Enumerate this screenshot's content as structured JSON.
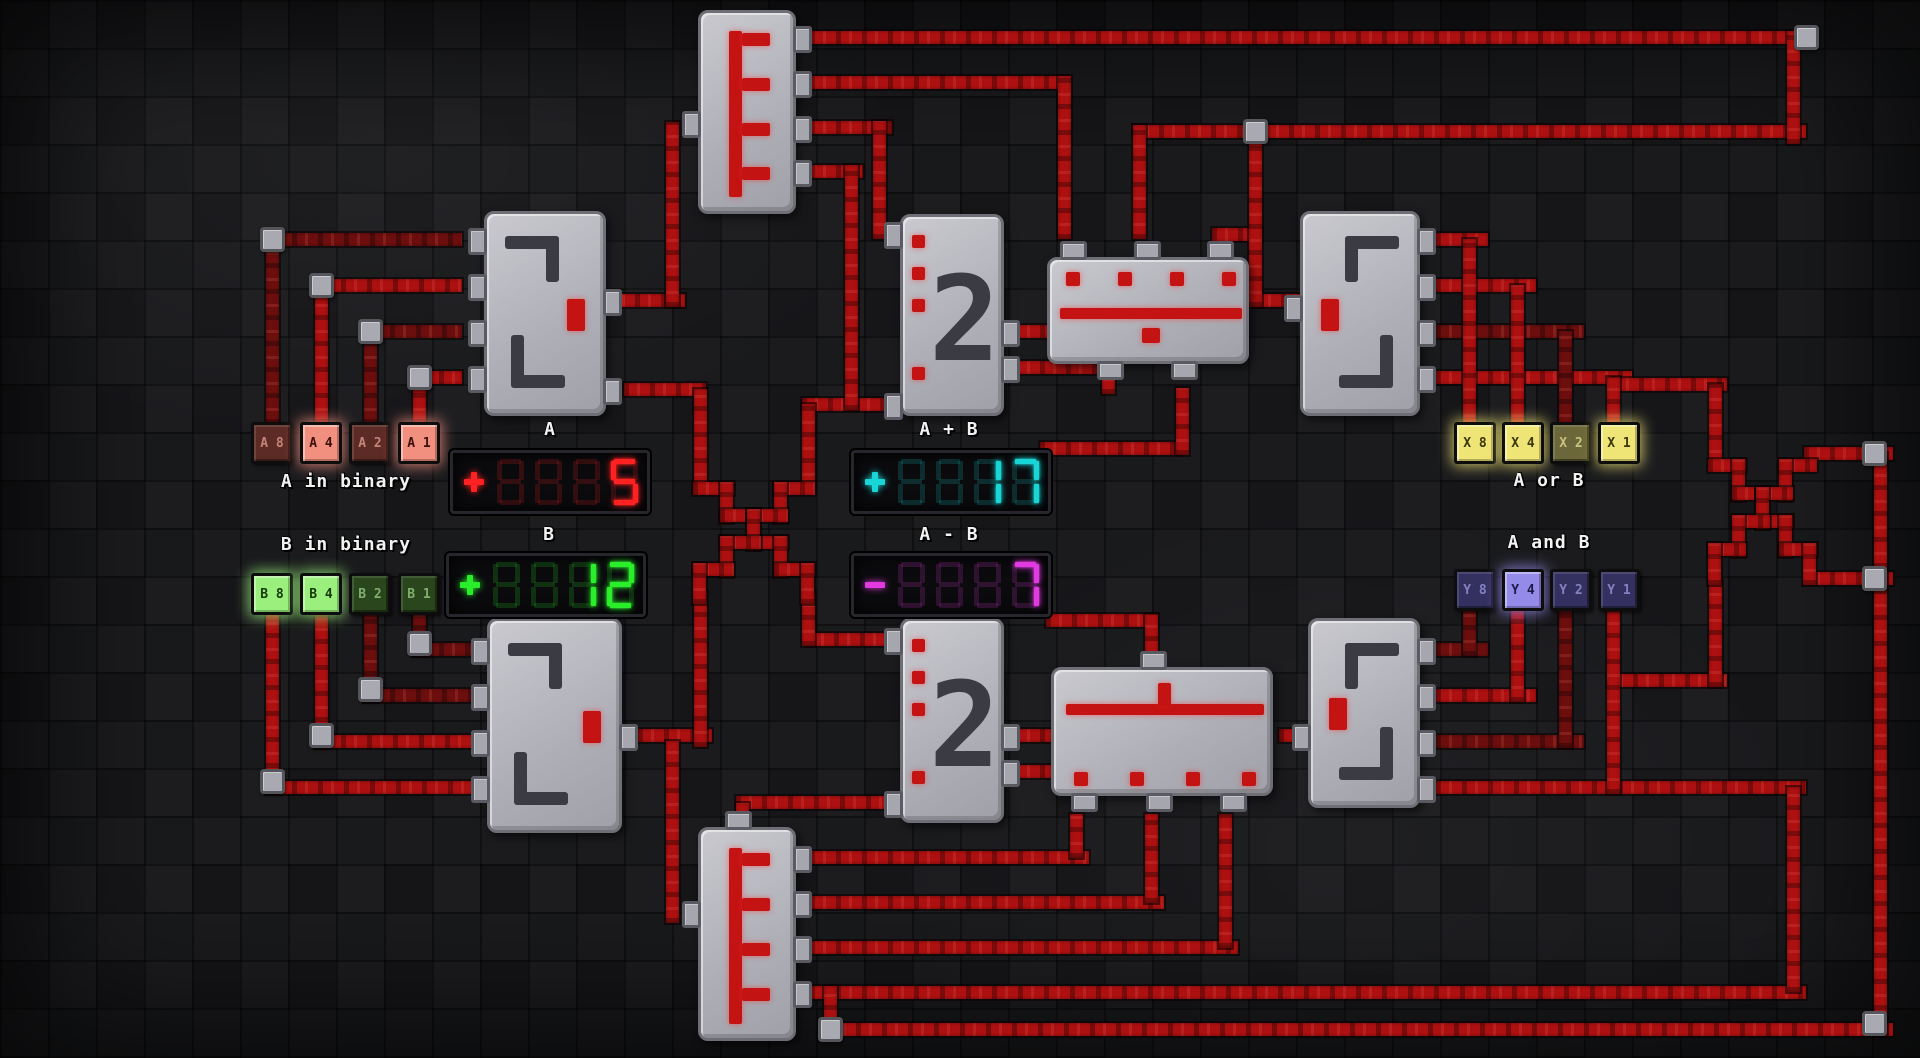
{
  "board": {
    "wire_colors": {
      "powered": "#ad1010",
      "unpowered": "#6d0e0e"
    },
    "chip_color": "#b4b4bc"
  },
  "displays": [
    {
      "id": "a",
      "label": "A",
      "sign": "+",
      "value": 5,
      "color": "#ff2222",
      "digits": [
        "8",
        "8",
        "8",
        "5"
      ],
      "lit": [
        false,
        false,
        false,
        true
      ]
    },
    {
      "id": "b",
      "label": "B",
      "sign": "+",
      "value": 12,
      "color": "#2bee2b",
      "digits": [
        "8",
        "8",
        "1",
        "2"
      ],
      "lit": [
        false,
        false,
        true,
        true
      ]
    },
    {
      "id": "sum",
      "label": "A + B",
      "sign": "+",
      "value": 17,
      "color": "#19d6d6",
      "digits": [
        "8",
        "8",
        "1",
        "7"
      ],
      "lit": [
        false,
        false,
        true,
        true
      ]
    },
    {
      "id": "diff",
      "label": "A - B",
      "sign": "-",
      "value": -7,
      "color": "#e03ae0",
      "digits": [
        "8",
        "8",
        "8",
        "7"
      ],
      "lit": [
        false,
        false,
        false,
        true
      ]
    }
  ],
  "button_groups": [
    {
      "id": "a",
      "caption": "A in binary",
      "colors": {
        "lit_bg": "#f2907f",
        "lit_text": "#3c100c",
        "off_bg": "#5c2b25",
        "off_text": "#c4847a"
      },
      "buttons": [
        {
          "label": "A 8",
          "on": false
        },
        {
          "label": "A 4",
          "on": true
        },
        {
          "label": "A 2",
          "on": false
        },
        {
          "label": "A 1",
          "on": true
        }
      ]
    },
    {
      "id": "b",
      "caption": "B in binary",
      "colors": {
        "lit_bg": "#9bef7d",
        "lit_text": "#173a0c",
        "off_bg": "#2a461d",
        "off_text": "#7fae6d"
      },
      "buttons": [
        {
          "label": "B 8",
          "on": true
        },
        {
          "label": "B 4",
          "on": true
        },
        {
          "label": "B 2",
          "on": false
        },
        {
          "label": "B 1",
          "on": false
        }
      ]
    },
    {
      "id": "x",
      "caption": "A or B",
      "colors": {
        "lit_bg": "#efe476",
        "lit_text": "#3c370b",
        "off_bg": "#6b673a",
        "off_text": "#c9c37e"
      },
      "buttons": [
        {
          "label": "X 8",
          "on": true
        },
        {
          "label": "X 4",
          "on": true
        },
        {
          "label": "X 2",
          "on": false
        },
        {
          "label": "X 1",
          "on": true
        }
      ]
    },
    {
      "id": "y",
      "caption": "A and B",
      "colors": {
        "lit_bg": "#948ae8",
        "lit_text": "#1d1a4a",
        "off_bg": "#343160",
        "off_text": "#8580c0"
      },
      "buttons": [
        {
          "label": "Y 8",
          "on": false
        },
        {
          "label": "Y 4",
          "on": true
        },
        {
          "label": "Y 2",
          "on": false
        },
        {
          "label": "Y 1",
          "on": false
        }
      ]
    }
  ],
  "chips": [
    {
      "id": "splitter-top",
      "glyph": "comb"
    },
    {
      "id": "gate-left-upper",
      "glyph": "serial-left"
    },
    {
      "id": "gate-left-lower",
      "glyph": "serial-left"
    },
    {
      "id": "adder-upper",
      "glyph": "digit-2",
      "glyph_text": "2"
    },
    {
      "id": "adder-lower",
      "glyph": "digit-2",
      "glyph_text": "2"
    },
    {
      "id": "bus-upper",
      "glyph": "bus-dots-top"
    },
    {
      "id": "bus-lower",
      "glyph": "bus-dots-bottom"
    },
    {
      "id": "gate-right-upper",
      "glyph": "serial-right"
    },
    {
      "id": "gate-right-lower",
      "glyph": "serial-right"
    },
    {
      "id": "splitter-bottom",
      "glyph": "comb"
    }
  ]
}
